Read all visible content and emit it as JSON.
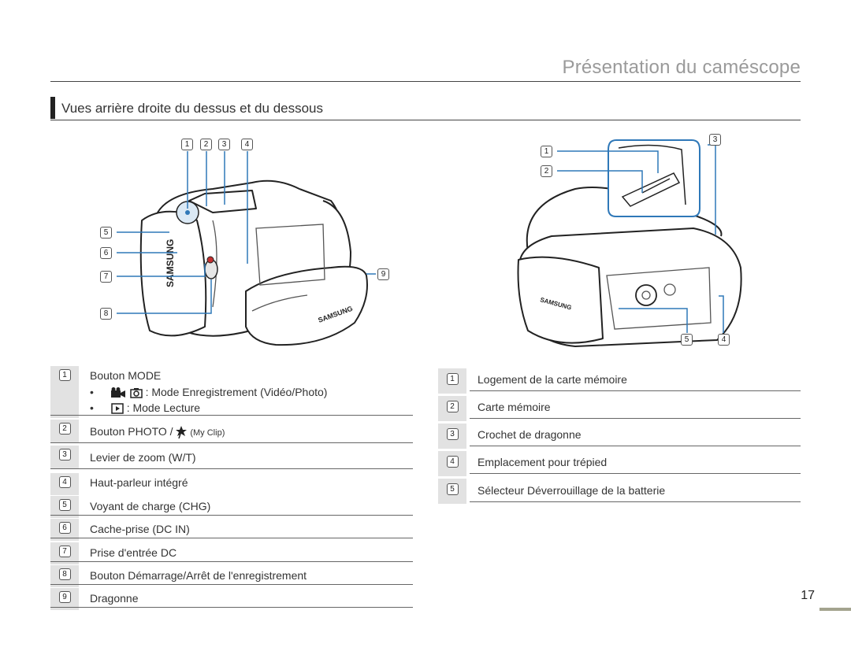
{
  "header": {
    "page_title": "Présentation du caméscope",
    "section_title": "Vues arrière droite du dessus et du dessous"
  },
  "left_figure": {
    "callouts": [
      "1",
      "2",
      "3",
      "4",
      "5",
      "6",
      "7",
      "8",
      "9"
    ],
    "brand_text": "SAMSUNG",
    "strap_brand_text": "SAMSUNG"
  },
  "right_figure": {
    "callouts": [
      "1",
      "2",
      "3",
      "4",
      "5"
    ],
    "brand_text": "SAMSUNG"
  },
  "left_legend": [
    {
      "num": "1",
      "label": "Bouton MODE",
      "bullets": [
        {
          "icon": "video-photo-icons",
          "text": ": Mode Enregistrement (Vidéo/Photo)"
        },
        {
          "icon": "playback-icon",
          "text": ": Mode Lecture"
        }
      ]
    },
    {
      "num": "2",
      "label": "Bouton PHOTO /",
      "suffix": "(My Clip)"
    },
    {
      "num": "3",
      "label": "Levier de zoom (W/T)"
    },
    {
      "num": "4",
      "label": "Haut-parleur intégré"
    },
    {
      "num": "5",
      "label": "Voyant de charge (CHG)"
    },
    {
      "num": "6",
      "label": "Cache-prise (DC IN)"
    },
    {
      "num": "7",
      "label": "Prise d'entrée DC"
    },
    {
      "num": "8",
      "label": "Bouton Démarrage/Arrêt de l'enregistrement"
    },
    {
      "num": "9",
      "label": "Dragonne"
    }
  ],
  "right_legend": [
    {
      "num": "1",
      "label": "Logement de la carte mémoire"
    },
    {
      "num": "2",
      "label": "Carte mémoire"
    },
    {
      "num": "3",
      "label": "Crochet de dragonne"
    },
    {
      "num": "4",
      "label": "Emplacement pour trépied"
    },
    {
      "num": "5",
      "label": "Sélecteur Déverrouillage de la batterie"
    }
  ],
  "page_number": "17",
  "colors": {
    "callout_line": "#2f78b8",
    "rule": "#444444",
    "num_bg": "#e2e2e2",
    "page_tab": "#a3a38e"
  }
}
